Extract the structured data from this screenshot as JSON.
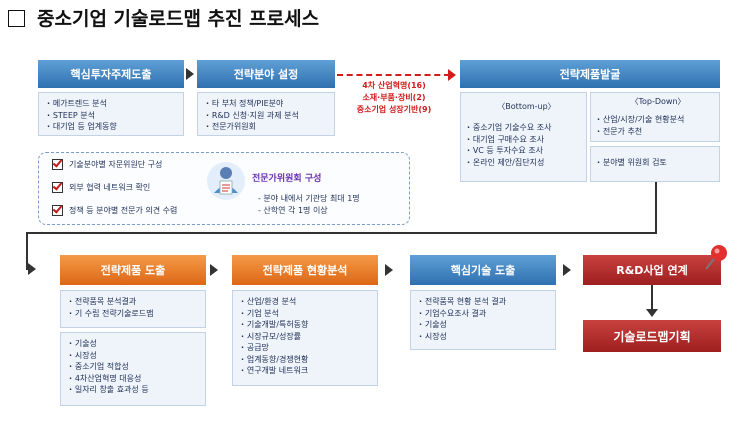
{
  "title": "중소기업 기술로드맵 추진 프로세스",
  "row1": {
    "core_topic": {
      "header": "핵심투자주제도출",
      "items": [
        "메가트렌드 분석",
        "STEEP 분석",
        "대기업 등 업계동향"
      ]
    },
    "strategy_field": {
      "header": "전략분야 설정",
      "items": [
        "타 부처 정책/PIE분야",
        "R&D 신청·지원 과제 분석",
        "전문가위원회"
      ]
    },
    "red_notes": [
      "4차 산업혁명(16)",
      "소재·부품·장비(2)",
      "중소기업 성장기반(9)"
    ],
    "strategic_product": {
      "header": "전략제품발굴",
      "left": {
        "subtitle": "〈Bottom-up〉",
        "items": [
          "중소기업 기술수요 조사",
          "대기업 구매수요 조사",
          "VC 등 투자수요 조사",
          "온라인 제안/집단지성"
        ]
      },
      "right": {
        "subtitle": "〈Top-Down〉",
        "items": [
          "산업/시장/기술 현황분석",
          "전문가 추천"
        ],
        "items2": [
          "분야별 위원회 검토"
        ]
      }
    }
  },
  "checklist": [
    "기술분야별 자문위원단 구성",
    "외부 협력 네트워크 확인",
    "정책 등 분야별 전문가 의견 수렴"
  ],
  "committee": {
    "title": "전문가위원회 구성",
    "items": [
      "- 분야 내에서 기관당 최대 1명",
      "- 산학연 각 1명 이상"
    ]
  },
  "row2": {
    "product_derivation": {
      "header": "전략제품 도출",
      "items": [
        "전략품목 분석결과",
        "기 수립 전략기술로드맵"
      ],
      "items2": [
        "기술성",
        "시장성",
        "중소기업 적합성",
        "4차산업혁명 대응성",
        "일자리 창출 효과성 등"
      ]
    },
    "product_status": {
      "header": "전략제품 현황분석",
      "items": [
        "산업/환경 분석",
        "기업 분석",
        "기술개발/특허동향",
        "시장규모/성장률",
        "공급망",
        "업계동향/경쟁현황",
        "연구개발 네트워크"
      ]
    },
    "core_tech": {
      "header": "핵심기술 도출",
      "items": [
        "전략품목 현황 분석 결과",
        "기업수요조사 결과",
        "기술성",
        "시장성"
      ]
    },
    "rnd_link": {
      "header": "R&D사업 연계"
    },
    "roadmap_plan": {
      "header": "기술로드맵기획"
    }
  },
  "colors": {
    "blue": "#2f70b0",
    "orange": "#dc6716",
    "red": "#9d1f1f",
    "note_red": "#d21c1c"
  }
}
